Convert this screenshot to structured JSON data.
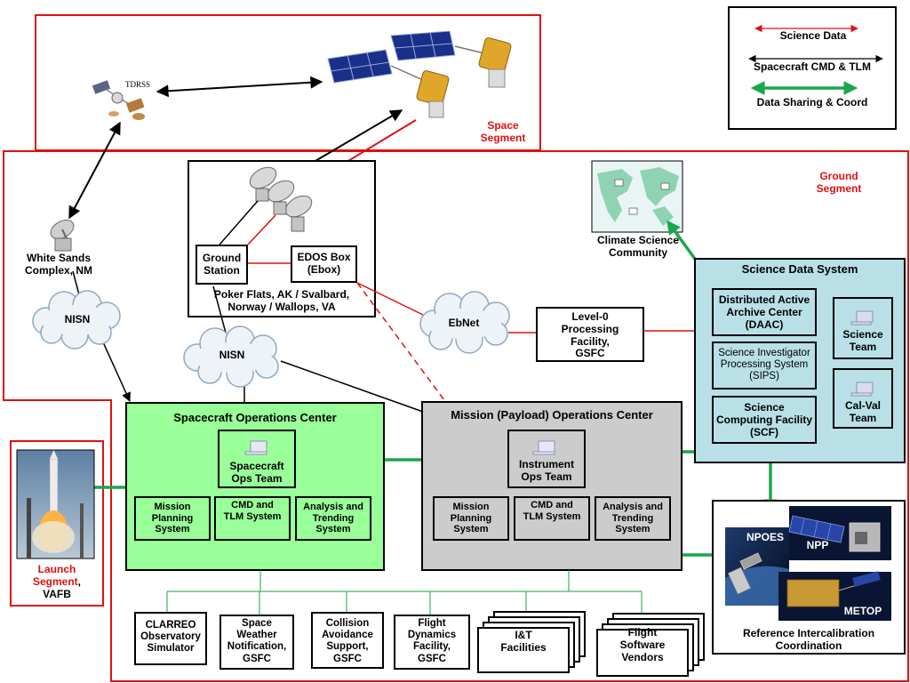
{
  "legend": {
    "science_data": "Science Data",
    "spacecraft_cmd_tlm": "Spacecraft CMD & TLM",
    "data_sharing": "Data Sharing & Coord"
  },
  "space_segment": {
    "label_line1": "Space",
    "label_line2": "Segment",
    "tdrss": "TDRSS"
  },
  "ground_segment": {
    "label_line1": "Ground",
    "label_line2": "Segment"
  },
  "white_sands": {
    "line1": "White Sands",
    "line2": "Complex, NM"
  },
  "nisn_left": "NISN",
  "nisn_mid": "NISN",
  "ebnet": "EbNet",
  "ground_station_site": {
    "ground_station_line1": "Ground",
    "ground_station_line2": "Station",
    "edos_line1": "EDOS Box",
    "edos_line2": "(Ebox)",
    "caption_line1": "Poker Flats, AK / Svalbard,",
    "caption_line2": "Norway / Wallops, VA"
  },
  "climate_community": {
    "line1": "Climate Science",
    "line2": "Community"
  },
  "level0": {
    "line1": "Level-0",
    "line2": "Processing",
    "line3": "Facility,",
    "line4": "GSFC"
  },
  "science_data_system": {
    "title": "Science Data System",
    "daac_line1": "Distributed Active",
    "daac_line2": "Archive Center",
    "daac_line3": "(DAAC)",
    "sips_line1": "Science Investigator",
    "sips_line2": "Processing System",
    "sips_line3": "(SIPS)",
    "scf_line1": "Science",
    "scf_line2": "Computing Facility",
    "scf_line3": "(SCF)",
    "science_team_line1": "Science",
    "science_team_line2": "Team",
    "calval_line1": "Cal-Val",
    "calval_line2": "Team"
  },
  "soc": {
    "title": "Spacecraft Operations Center",
    "ops_team_line1": "Spacecraft",
    "ops_team_line2": "Ops Team",
    "mission_planning_line1": "Mission",
    "mission_planning_line2": "Planning",
    "mission_planning_line3": "System",
    "cmd_tlm_line1": "CMD and",
    "cmd_tlm_line2": "TLM System",
    "analysis_line1": "Analysis and",
    "analysis_line2": "Trending",
    "analysis_line3": "System"
  },
  "moc": {
    "title": "Mission (Payload) Operations Center",
    "ops_team_line1": "Instrument",
    "ops_team_line2": "Ops Team",
    "mission_planning_line1": "Mission",
    "mission_planning_line2": "Planning",
    "mission_planning_line3": "System",
    "cmd_tlm_line1": "CMD and",
    "cmd_tlm_line2": "TLM System",
    "analysis_line1": "Analysis and",
    "analysis_line2": "Trending",
    "analysis_line3": "System"
  },
  "launch": {
    "line1": "Launch",
    "line2": "Segment",
    "line2_suffix": ",",
    "line3": "VAFB"
  },
  "reference": {
    "npoes": "NPOES",
    "npp": "NPP",
    "metop": "METOP",
    "caption_line1": "Reference Intercalibration",
    "caption_line2": "Coordination"
  },
  "bottom_boxes": {
    "clarreo_line1": "CLARREO",
    "clarreo_line2": "Observatory",
    "clarreo_line3": "Simulator",
    "space_weather_line1": "Space",
    "space_weather_line2": "Weather",
    "space_weather_line3": "Notification,",
    "space_weather_line4": "GSFC",
    "collision_line1": "Collision",
    "collision_line2": "Avoidance",
    "collision_line3": "Support,",
    "collision_line4": "GSFC",
    "flight_dynamics_line1": "Flight",
    "flight_dynamics_line2": "Dynamics",
    "flight_dynamics_line3": "Facility,",
    "flight_dynamics_line4": "GSFC",
    "it_line1": "I&T",
    "it_line2": "Facilities",
    "fsw_line1": "Flight",
    "fsw_line2": "Software",
    "fsw_line3": "Vendors"
  },
  "colors": {
    "red": "#e01010",
    "green": "#1aa64a",
    "soc_fill": "#99ff99",
    "moc_fill": "#cccccc",
    "sds_fill": "#b8e0e6"
  }
}
